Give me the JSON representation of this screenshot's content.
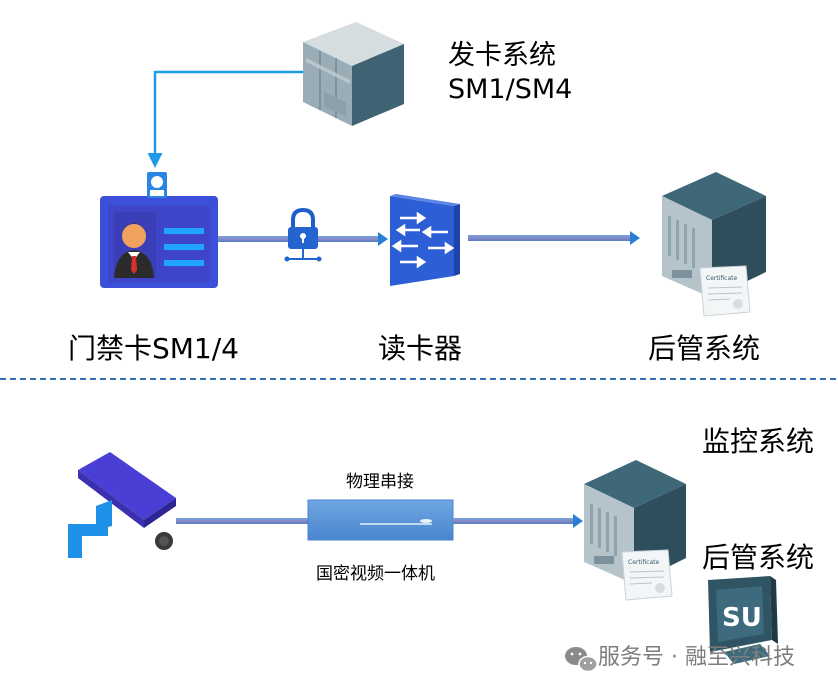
{
  "top": {
    "issuer_title": "发卡系统",
    "issuer_algo": "SM1/SM4",
    "card_label": "门禁卡SM1/4",
    "reader_label": "读卡器",
    "backend_label": "后管系统"
  },
  "bottom": {
    "monitor_label": "监控系统",
    "backend_label": "后管系统",
    "link_label": "物理串接",
    "device_label": "国密视频一体机",
    "badge_text": "SU"
  },
  "certificate_text": "Certificate",
  "watermark": "服务号 · 融至兴科技",
  "colors": {
    "link_blue": "#1e9be8",
    "card_blue": "#3b4fd8",
    "reader_blue": "#2c5fd6",
    "server_dark": "#2f4e5c",
    "divider": "#2f6fb3",
    "camera_purple": "#4a3fd4"
  }
}
